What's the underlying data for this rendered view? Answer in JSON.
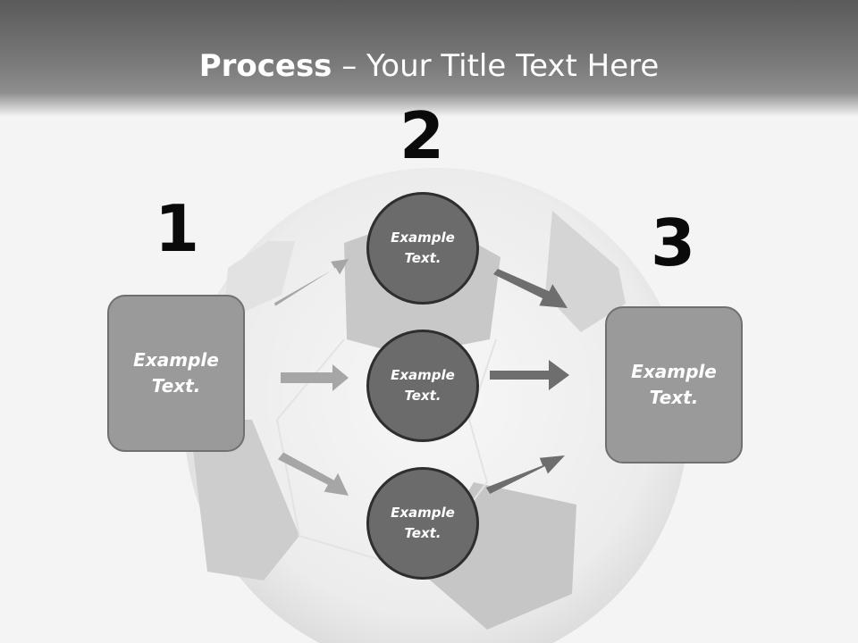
{
  "title": {
    "bold": "Process",
    "rest": " – Your Title Text Here"
  },
  "steps": [
    {
      "number": "1",
      "text": "Example Text."
    },
    {
      "number": "2"
    },
    {
      "number": "3",
      "text": "Example Text."
    }
  ],
  "circles": [
    {
      "text": "Example Text."
    },
    {
      "text": "Example Text."
    },
    {
      "text": "Example Text."
    }
  ],
  "colors": {
    "header_dark": "#5a5a5a",
    "box_fill": "#9a9a9a",
    "circle_fill": "#6b6b6b",
    "arrow_light": "#a6a6a6",
    "arrow_dark": "#6e6e6e"
  }
}
